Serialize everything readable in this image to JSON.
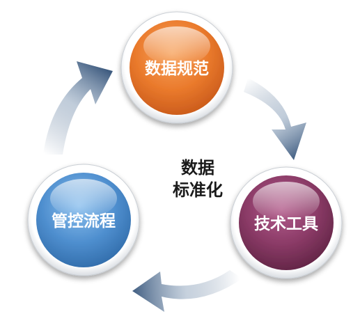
{
  "center": {
    "line1": "数据",
    "line2": "标准化"
  },
  "nodes": [
    {
      "id": "top",
      "label": "数据规范",
      "color": "#e9762a"
    },
    {
      "id": "right",
      "label": "技术工具",
      "color": "#8a3a66"
    },
    {
      "id": "left",
      "label": "管控流程",
      "color": "#4f8fcf"
    }
  ],
  "colors": {
    "arrow": "#4e6a8c"
  }
}
